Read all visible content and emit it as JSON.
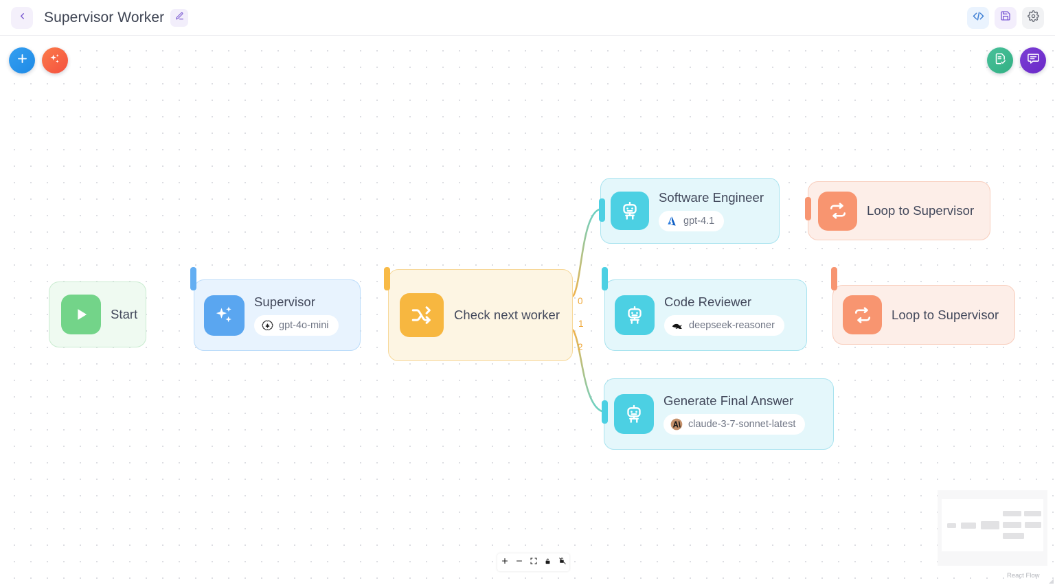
{
  "header": {
    "back_icon": "chevron-left-icon",
    "title": "Supervisor Worker",
    "edit_icon": "pencil-icon",
    "actions": [
      {
        "name": "code-view-button",
        "icon": "code-brackets-icon",
        "color": "#3e7fd4"
      },
      {
        "name": "save-button",
        "icon": "floppy-disk-icon",
        "color": "#7a5ad4"
      },
      {
        "name": "settings-button",
        "icon": "gear-icon",
        "color": "#6a6e78"
      }
    ]
  },
  "canvas": {
    "fabs": [
      {
        "name": "add-node-button",
        "icon": "plus-icon",
        "color": "#2b93e8"
      },
      {
        "name": "ai-generate-button",
        "icon": "sparkles-icon",
        "color": "#f5563f"
      },
      {
        "name": "run-log-button",
        "icon": "document-check-icon",
        "color": "#35b288"
      },
      {
        "name": "chat-button",
        "icon": "chat-bubble-icon",
        "color": "#6c2ac9"
      }
    ],
    "nodes": [
      {
        "id": "start",
        "label": "Start",
        "icon": "play-icon",
        "theme": "start",
        "model": null
      },
      {
        "id": "supervisor",
        "label": "Supervisor",
        "icon": "sparkles-icon",
        "theme": "blue",
        "model": "gpt-4o-mini",
        "model_logo": "openai-logo"
      },
      {
        "id": "check-next-worker",
        "label": "Check next worker",
        "icon": "branch-split-icon",
        "theme": "amber",
        "model": null
      },
      {
        "id": "software-engineer",
        "label": "Software Engineer",
        "icon": "robot-icon",
        "theme": "cyan",
        "model": "gpt-4.1",
        "model_logo": "azure-logo"
      },
      {
        "id": "loop-to-supervisor-1",
        "label": "Loop to Supervisor",
        "icon": "loop-icon",
        "theme": "coral",
        "model": null
      },
      {
        "id": "code-reviewer",
        "label": "Code Reviewer",
        "icon": "robot-icon",
        "theme": "cyan",
        "model": "deepseek-reasoner",
        "model_logo": "deepseek-logo"
      },
      {
        "id": "loop-to-supervisor-2",
        "label": "Loop to Supervisor",
        "icon": "loop-icon",
        "theme": "coral",
        "model": null
      },
      {
        "id": "generate-final-answer",
        "label": "Generate Final Answer",
        "icon": "robot-icon",
        "theme": "cyan",
        "model": "claude-3-7-sonnet-latest",
        "model_logo": "anthropic-logo"
      }
    ],
    "edge_labels": [
      "0",
      "1",
      "2"
    ]
  },
  "controls": {
    "zoom_in": "plus-icon",
    "zoom_out": "minus-icon",
    "fit_view": "fit-view-icon",
    "lock": "lock-icon",
    "toggle_interactivity": "interactivity-icon"
  },
  "minimap": {
    "attribution": "React Flow"
  },
  "colors": {
    "start": "#73d489",
    "supervisor": "#5aa6f0",
    "router": "#f7b740",
    "worker": "#4cd0e3",
    "loop": "#f89570",
    "edge_label": "#f0a93c"
  }
}
